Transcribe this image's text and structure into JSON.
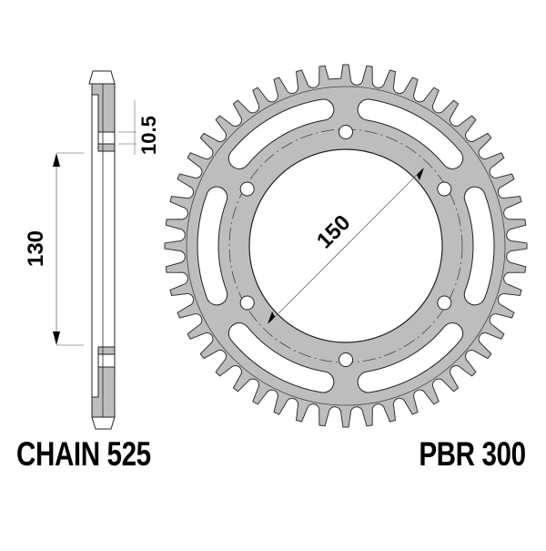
{
  "diagram": {
    "title": "Rear sprocket technical drawing",
    "chain_label": "CHAIN 525",
    "part_label": "PBR 300",
    "dimensions": {
      "thickness": "10.5",
      "bolt_spacing": "130",
      "center_bore": "150"
    },
    "sprocket": {
      "teeth": 48,
      "bolt_holes": 6,
      "lightening_slots": 6
    },
    "colors": {
      "fill": "#bdbdbd",
      "stroke": "#2a2a2a",
      "text": "#000000",
      "background": "#ffffff"
    }
  }
}
